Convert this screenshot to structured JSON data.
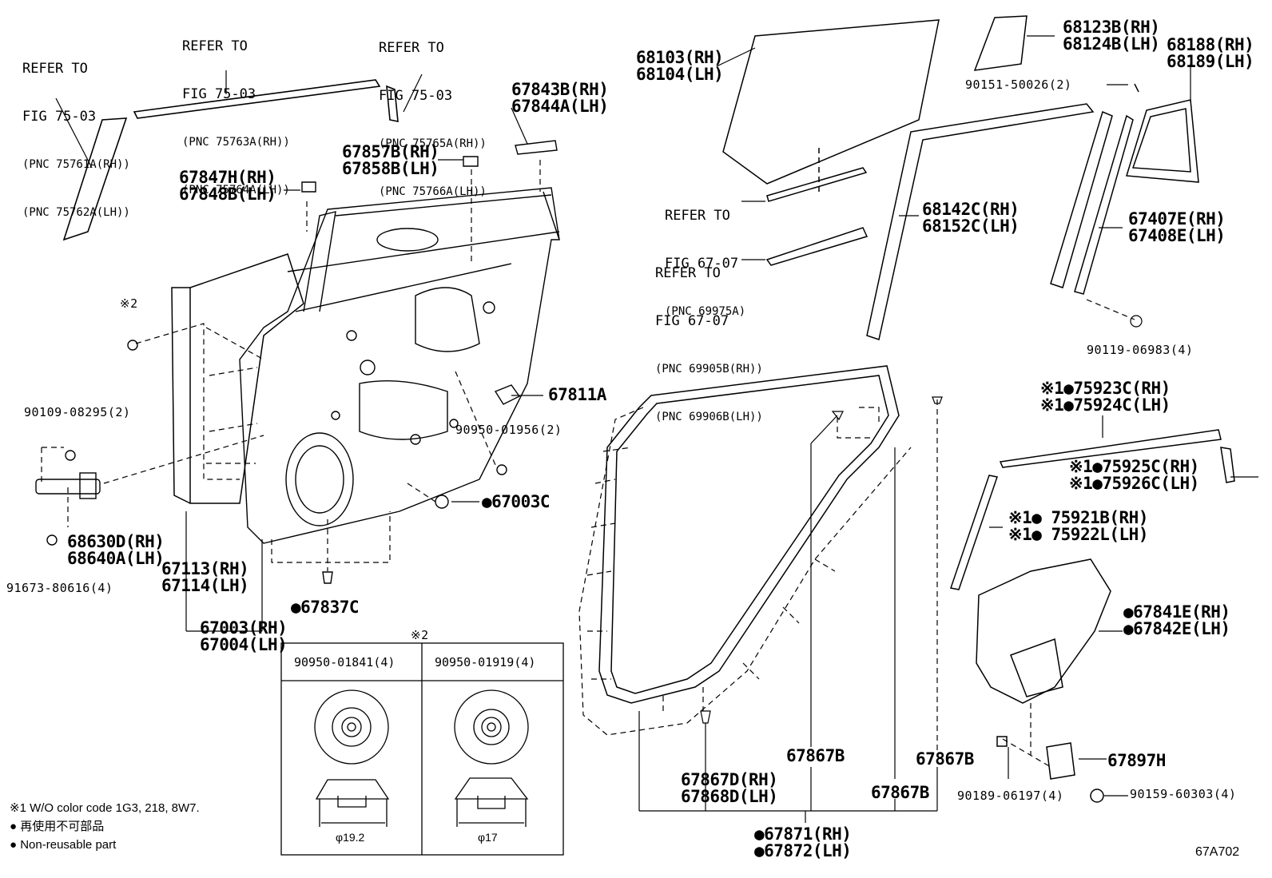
{
  "figure_code": "67A702",
  "refs": {
    "r1": {
      "line1": "REFER TO",
      "line2": "FIG 75-03",
      "pnc1": "(PNC 75761A(RH))",
      "pnc2": "(PNC 75762A(LH))"
    },
    "r2": {
      "line1": "REFER TO",
      "line2": "FIG 75-03",
      "pnc1": "(PNC 75763A(RH))",
      "pnc2": "(PNC 75764A(LH))"
    },
    "r3": {
      "line1": "REFER TO",
      "line2": "FIG 75-03",
      "pnc1": "(PNC 75765A(RH))",
      "pnc2": "(PNC 75766A(LH))"
    },
    "r4": {
      "line1": "REFER TO",
      "line2": "FIG 67-07",
      "pnc1": "(PNC 69975A)"
    },
    "r5": {
      "line1": "REFER TO",
      "line2": "FIG 67-07",
      "pnc1": "(PNC 69905B(RH))",
      "pnc2": "(PNC 69906B(LH))"
    }
  },
  "parts": {
    "p67843": {
      "a": "67843B(RH)",
      "b": "67844A(LH)"
    },
    "p67857": {
      "a": "67857B(RH)",
      "b": "67858B(LH)"
    },
    "p67847": {
      "a": "67847H(RH)",
      "b": "67848B(LH)"
    },
    "p68103": {
      "a": "68103(RH)",
      "b": "68104(LH)"
    },
    "p68123": {
      "a": "68123B(RH)",
      "b": "68124B(LH)"
    },
    "p68188": {
      "a": "68188(RH)",
      "b": "68189(LH)"
    },
    "p90151": "90151-50026(2)",
    "p68142": {
      "a": "68142C(RH)",
      "b": "68152C(LH)"
    },
    "p67407": {
      "a": "67407E(RH)",
      "b": "67408E(LH)"
    },
    "p90119": "90119-06983(4)",
    "mark2": "※2",
    "p67811": "67811A",
    "p90109": "90109-08295(2)",
    "p90950": "90950-01956(2)",
    "p67003c": "●67003C",
    "p68630": {
      "a": "68630D(RH)",
      "b": "68640A(LH)"
    },
    "p91673": "91673-80616(4)",
    "p67113": {
      "a": "67113(RH)",
      "b": "67114(LH)"
    },
    "p67837": "●67837C",
    "p67003": {
      "a": "67003(RH)",
      "b": "67004(LH)"
    },
    "p75923": {
      "a": "※1●75923C(RH)",
      "b": "※1●75924C(LH)"
    },
    "p75925": {
      "a": "※1●75925C(RH)",
      "b": "※1●75926C(LH)"
    },
    "p75921": {
      "a": "※1● 75921B(RH)",
      "b": "※1● 75922L(LH)"
    },
    "p67841": {
      "a": "●67841E(RH)",
      "b": "●67842E(LH)"
    },
    "p67867b1": "67867B",
    "p67867b2": "67867B",
    "p67867b3": "67867B",
    "p67867d": {
      "a": "67867D(RH)",
      "b": "67868D(LH)"
    },
    "p67897": "67897H",
    "p90189": "90189-06197(4)",
    "p90159": "90159-60303(4)",
    "p67871": {
      "a": "●67871(RH)",
      "b": "●67872(LH)"
    }
  },
  "table": {
    "mark": "※2",
    "col1": {
      "header": "90950-01841(4)",
      "dim": "φ19.2"
    },
    "col2": {
      "header": "90950-01919(4)",
      "dim": "φ17"
    }
  },
  "notes": {
    "n1": "※1 W/O color code 1G3, 218, 8W7.",
    "n2": "● 再使用不可部品",
    "n3": "● Non-reusable part"
  }
}
